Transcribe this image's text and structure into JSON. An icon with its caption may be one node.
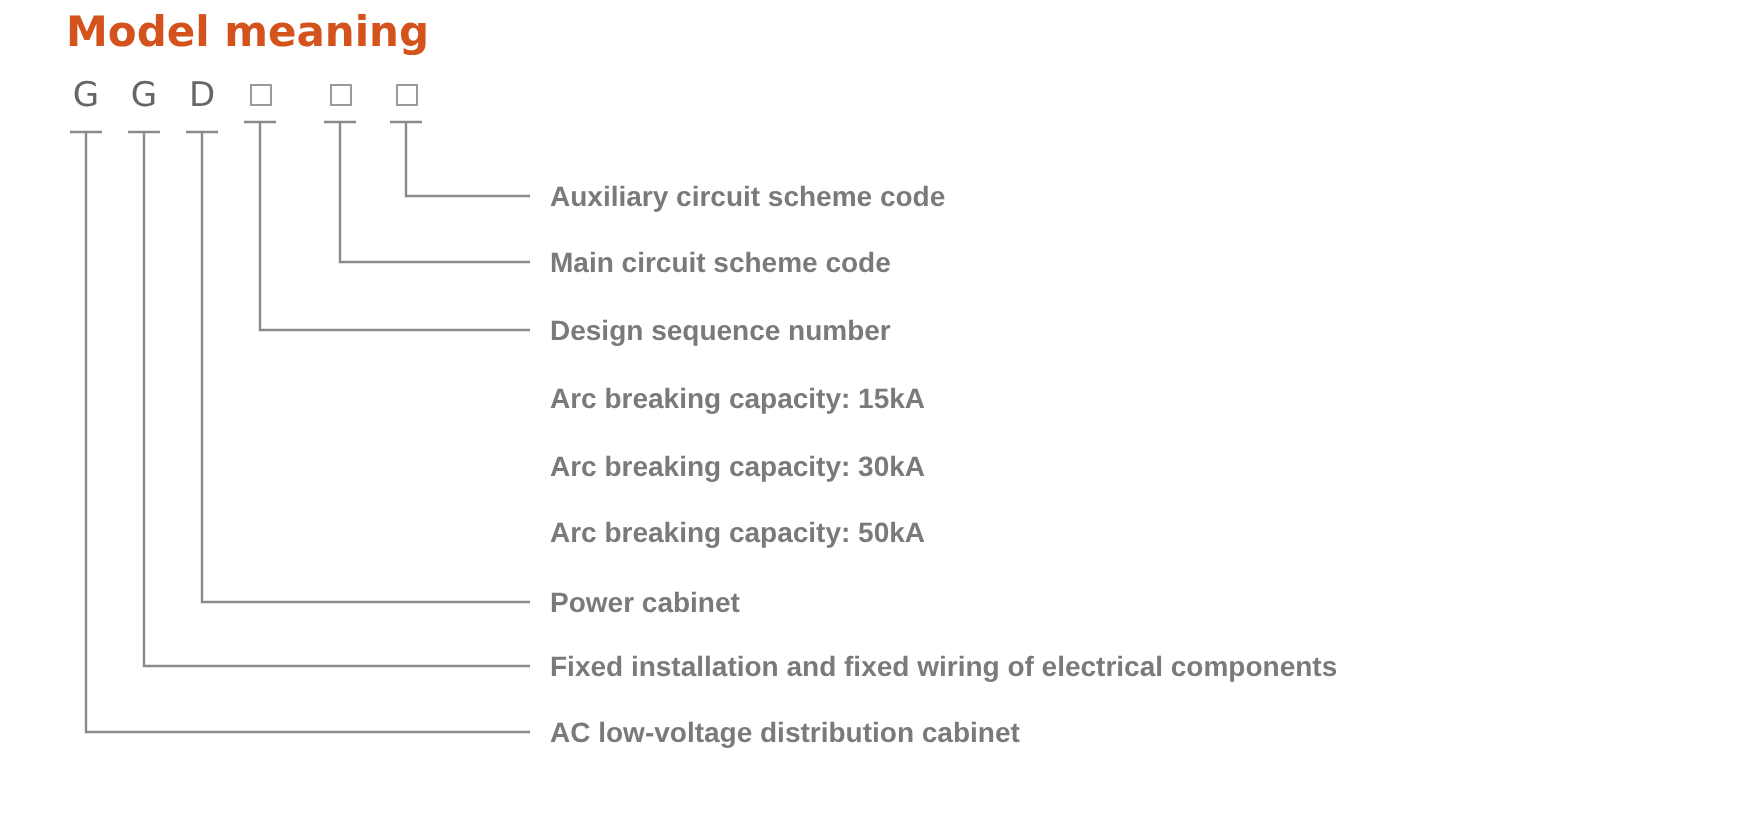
{
  "diagram": {
    "title": "Model meaning",
    "nodes": [
      {
        "text": [
          "G"
        ]
      },
      {
        "text": [
          "G"
        ]
      },
      {
        "text": [
          "D"
        ]
      },
      {
        "text": [],
        "shape": "box"
      },
      {
        "text": [],
        "shape": "box"
      },
      {
        "text": [],
        "shape": "box"
      },
      {
        "text": [
          "Auxiliary circuit scheme code"
        ]
      },
      {
        "text": [
          "Main circuit scheme code"
        ]
      },
      {
        "text": [
          "Design sequence number"
        ]
      },
      {
        "text": [
          "Power cabinet"
        ]
      },
      {
        "text": [
          "Fixed installation and fixed wiring of electrical components"
        ]
      },
      {
        "text": [
          "AC low-voltage distribution cabinet"
        ]
      }
    ],
    "edges": [
      {
        "from": 5,
        "to": 6,
        "arrow": "none"
      },
      {
        "from": 4,
        "to": 7,
        "arrow": "none"
      },
      {
        "from": 3,
        "to": 8,
        "arrow": "none"
      },
      {
        "from": 2,
        "to": 9,
        "arrow": "none"
      },
      {
        "from": 1,
        "to": 10,
        "arrow": "none"
      },
      {
        "from": 0,
        "to": 11,
        "arrow": "none"
      }
    ],
    "labels": [
      "Arc breaking capacity: 15kA",
      "Arc breaking capacity: 30kA",
      "Arc breaking capacity: 50kA"
    ]
  }
}
